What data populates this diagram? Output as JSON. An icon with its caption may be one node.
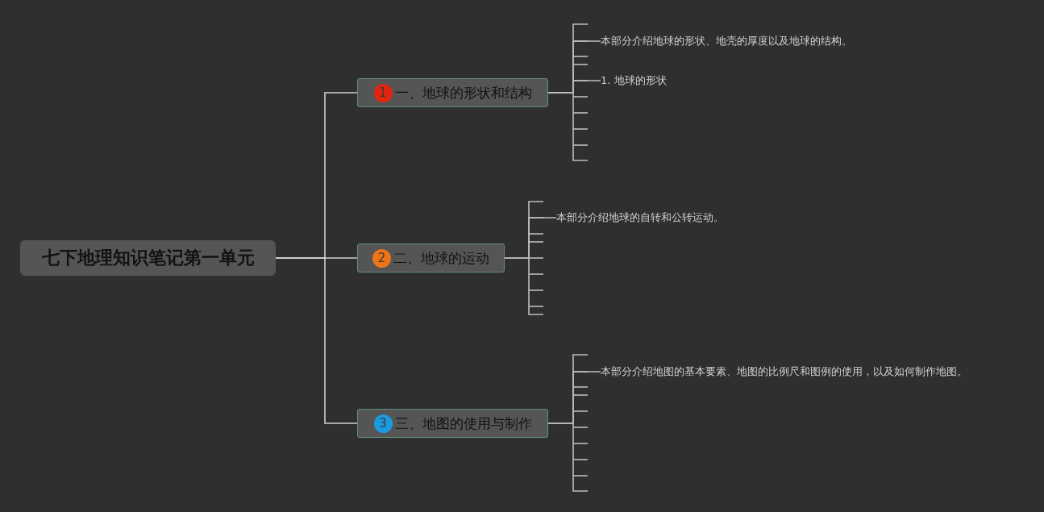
{
  "diagram": {
    "nodes": [
      {
        "text": [
          "七下地理知识笔记第一单元"
        ]
      },
      {
        "text": [
          "1",
          "一、地球的形状和结构"
        ]
      },
      {
        "text": [
          "2",
          "二、地球的运动"
        ]
      },
      {
        "text": [
          "3",
          "三、地图的使用与制作"
        ]
      },
      {
        "text": [
          "本部分介绍地球的形状、地壳的厚度以及地球的结构。"
        ]
      },
      {
        "text": [
          "1. 地球的形状"
        ]
      },
      {
        "text": [
          "本部分介绍地球的自转和公转运动。"
        ]
      },
      {
        "text": [
          "本部分介绍地图的基本要素、地图的比例尺和图例的使用，以及如何制作地图。"
        ]
      }
    ],
    "edges": [
      {
        "from": 0,
        "to": 1,
        "arrow": "none"
      },
      {
        "from": 0,
        "to": 2,
        "arrow": "none"
      },
      {
        "from": 0,
        "to": 3,
        "arrow": "none"
      },
      {
        "from": 1,
        "to": 4,
        "arrow": "none"
      },
      {
        "from": 1,
        "to": 5,
        "arrow": "none"
      },
      {
        "from": 2,
        "to": 6,
        "arrow": "none"
      },
      {
        "from": 3,
        "to": 7,
        "arrow": "none"
      }
    ]
  }
}
